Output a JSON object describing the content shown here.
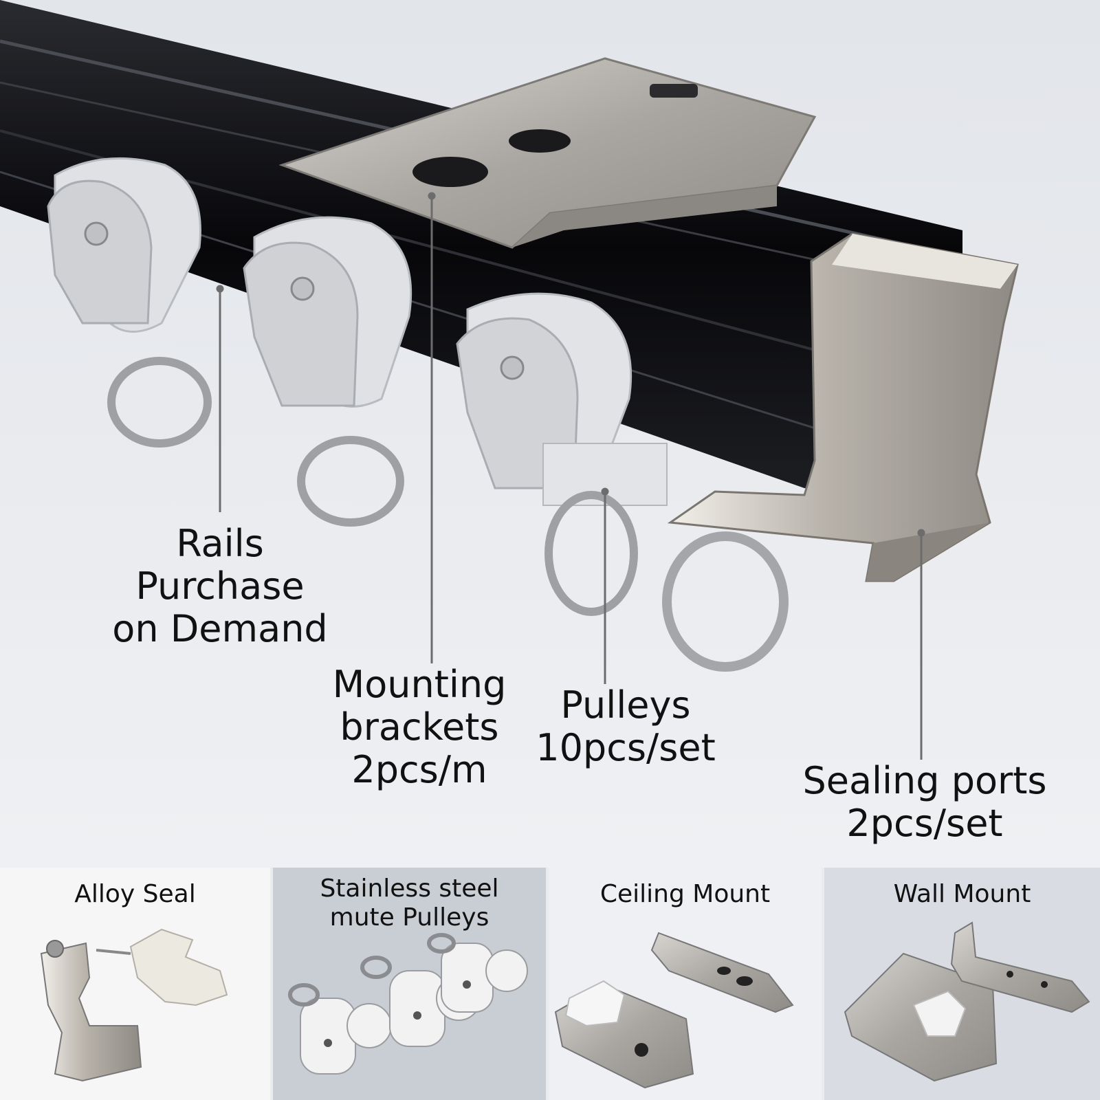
{
  "callouts": {
    "rails": [
      "Rails",
      "Purchase",
      "on Demand"
    ],
    "brackets": [
      "Mounting",
      "brackets",
      "2pcs/m"
    ],
    "pulleys": [
      "Pulleys",
      "10pcs/set"
    ],
    "sealing": [
      "Sealing ports",
      "2pcs/set"
    ]
  },
  "panels": [
    {
      "title": [
        "Alloy Seal"
      ]
    },
    {
      "title": [
        "Stainless steel",
        "mute Pulleys"
      ]
    },
    {
      "title": [
        "Ceiling Mount"
      ]
    },
    {
      "title": [
        "Wall Mount"
      ]
    }
  ],
  "colors": {
    "background": "#e9ebef",
    "rail": "#0c0c0e",
    "metal": "#b9b6b1",
    "pulley": "#e4e6e9",
    "text": "#111111"
  }
}
